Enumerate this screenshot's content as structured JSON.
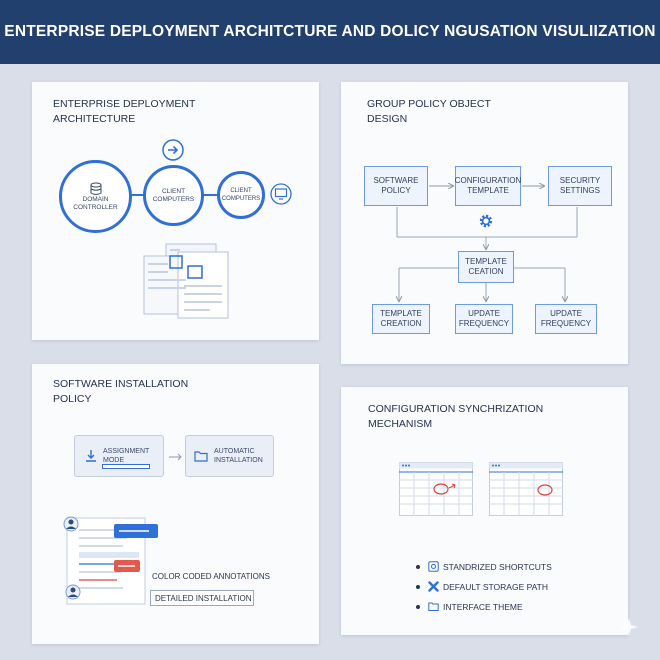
{
  "banner": {
    "title": "ENTERPRISE DEPLOYMENT ARCHITCTURE AND DOLICY NGUSATION VISULIIZATION"
  },
  "panel_architecture": {
    "title": "ENTERPRISE DEPLOYMENT\nARCHITECTURE",
    "nodes": [
      {
        "label": "DOMAIN\nCONTROLLER",
        "icon": "database-icon"
      },
      {
        "label": "CLIENT\nCOMPUTERS"
      },
      {
        "label": "CLIENT\nCOMPUTERS",
        "icon": "monitor-icon"
      }
    ],
    "top_icon": "arrow-right-circle-icon"
  },
  "panel_gpo": {
    "title": "GROUP POLICY OBJECT\nDESIGN",
    "top_row": [
      "SOFTWARE\nPOLICY",
      "CONFIGURATION\nTEMPLATE",
      "SECURITY\nSETTINGS"
    ],
    "center": "TEMPLATE\nCEATION",
    "bottom_row": [
      "TEMPLATE\nCREATION",
      "UPDATE\nFREQUENCY",
      "UPDATE\nFREQUENCY"
    ],
    "gear_icon": "gear-icon"
  },
  "panel_software": {
    "title": "SOFTWARE INSTALLATION\nPOLICY",
    "steps": [
      {
        "label": "ASSIGNMENT\nMODE",
        "icon": "download-icon"
      },
      {
        "label": "AUTOMATIC\nINSTALLATION",
        "icon": "folder-icon"
      }
    ],
    "annotation_label": "COLOR CODED ANNOTATIONS",
    "annotation_box": "DETAILED INSTALLATION"
  },
  "panel_sync": {
    "title": "CONFIGURATION SYNCHRIZATION\nMECHANISM",
    "features": [
      {
        "label": "STANDRIZED SHORTCUTS",
        "icon": "shortcut-icon"
      },
      {
        "label": "DEFAULT STORAGE PATH",
        "icon": "cross-icon"
      },
      {
        "label": "INTERFACE THEME",
        "icon": "folder-icon"
      }
    ]
  },
  "colors": {
    "banner": "#22406e",
    "accent": "#2f6fd6",
    "red": "#d9463b",
    "background": "#d9dee8"
  }
}
